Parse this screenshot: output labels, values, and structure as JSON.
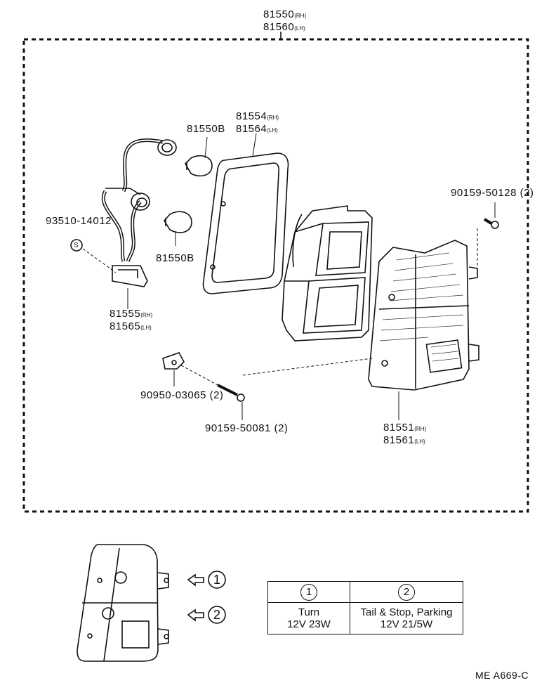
{
  "diagram": {
    "assembly": {
      "part_rh": "81550",
      "suffix_rh": "(RH)",
      "part_lh": "81560",
      "suffix_lh": "(LH)"
    },
    "gasket": {
      "part_rh": "81554",
      "suffix_rh": "(RH)",
      "part_lh": "81564",
      "suffix_lh": "(LH)"
    },
    "bulb_upper": "81550B",
    "bulb_lower": "81550B",
    "screw_right": "90159-50128  (2)",
    "clip": "93510-14012",
    "socket_wire": {
      "part_rh": "81555",
      "suffix_rh": "(RH)",
      "part_lh": "81565",
      "suffix_lh": "(LH)"
    },
    "nut": "90950-03065  (2)",
    "screw_bottom": "90159-50081  (2)",
    "lens": {
      "part_rh": "81551",
      "suffix_rh": "(RH)",
      "part_lh": "81561",
      "suffix_lh": "(LH)"
    },
    "clip_symbol": "S"
  },
  "legend": {
    "marker_1": "1",
    "marker_2": "2",
    "header_1": "1",
    "header_2": "2",
    "cell_1_line1": "Turn",
    "cell_1_line2": "12V 23W",
    "cell_2_line1": "Tail & Stop, Parking",
    "cell_2_line2": "12V 21/5W"
  },
  "ref_code": "ME A669-C"
}
